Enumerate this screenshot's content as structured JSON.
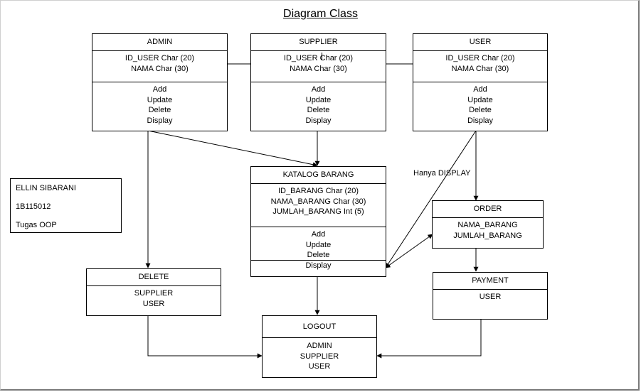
{
  "title": "Diagram Class",
  "classes": {
    "admin": {
      "name": "ADMIN",
      "attributes": [
        "ID_USER Char (20)",
        "NAMA Char  (30)"
      ],
      "methods": [
        "Add",
        "Update",
        "Delete",
        "Display"
      ]
    },
    "supplier": {
      "name": "SUPPLIER",
      "attributes": [
        "ID_USER Char (20)",
        "NAMA Char  (30)"
      ],
      "methods": [
        "Add",
        "Update",
        "Delete",
        "Display"
      ]
    },
    "user": {
      "name": "USER",
      "attributes": [
        "ID_USER Char (20)",
        "NAMA Char  (30)"
      ],
      "methods": [
        "Add",
        "Update",
        "Delete",
        "Display"
      ]
    },
    "katalog": {
      "name": "KATALOG BARANG",
      "attributes": [
        "ID_BARANG Char (20)",
        "NAMA_BARANG Char  (30)",
        "JUMLAH_BARANG Int (5)"
      ],
      "methods": [
        "Add",
        "Update",
        "Delete",
        "Display"
      ]
    },
    "order": {
      "name": "ORDER",
      "attributes": [
        "NAMA_BARANG",
        "JUMLAH_BARANG"
      ]
    },
    "delete": {
      "name": "DELETE",
      "attributes": [
        "SUPPLIER",
        "USER"
      ]
    },
    "payment": {
      "name": "PAYMENT",
      "attributes": [
        "USER"
      ]
    },
    "logout": {
      "name": "LOGOUT",
      "attributes": [
        "ADMIN",
        "SUPPLIER",
        "USER"
      ]
    }
  },
  "note": {
    "name": "ELLIN SIBARANI",
    "id": "1B115012",
    "task": "Tugas OOP"
  },
  "edge_label": "Hanya DISPLAY",
  "colors": {
    "line": "#000000",
    "background": "#ffffff"
  }
}
